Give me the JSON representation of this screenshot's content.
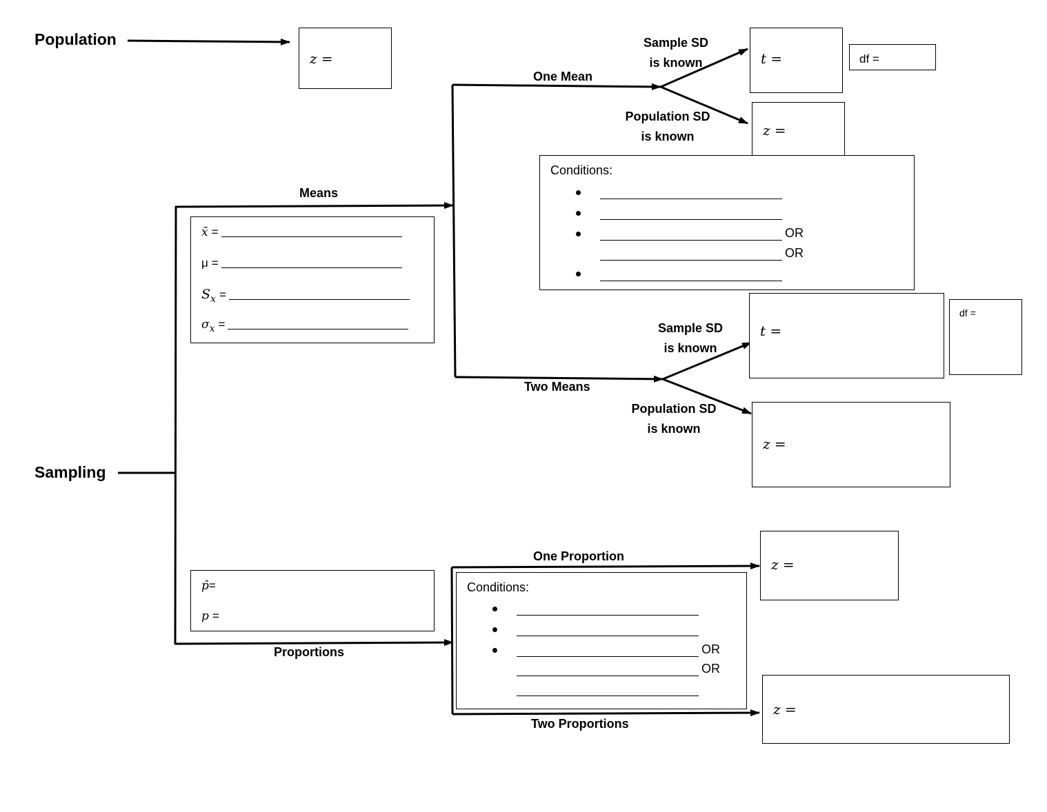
{
  "labels": {
    "population": "Population",
    "sampling": "Sampling",
    "means": "Means",
    "proportions": "Proportions",
    "one_mean": "One Mean",
    "two_means": "Two Means",
    "one_proportion": "One Proportion",
    "two_proportions": "Two Proportions",
    "sample_sd_line1": "Sample SD",
    "sample_sd_line2": "is known",
    "population_sd_line1": "Population SD",
    "population_sd_line2": "is known"
  },
  "formula_boxes": {
    "population_z": "z =",
    "one_mean_t": "t =",
    "one_mean_z": "z =",
    "two_means_t": "t =",
    "two_means_z": "z =",
    "one_proportion_z": "z =",
    "two_proportions_z": "z ="
  },
  "df_boxes": {
    "one_mean_df": "df =",
    "two_means_df": "df ="
  },
  "means_variables": {
    "xbar": "x̄",
    "mu": "μ",
    "sx": "S",
    "sx_sub": "x",
    "sigma": "σ",
    "sigma_sub": "x",
    "equals": "="
  },
  "proportion_variables": {
    "phat": "p̂",
    "p": "p",
    "equals": "="
  },
  "conditions": {
    "title": "Conditions:",
    "or": "OR"
  }
}
